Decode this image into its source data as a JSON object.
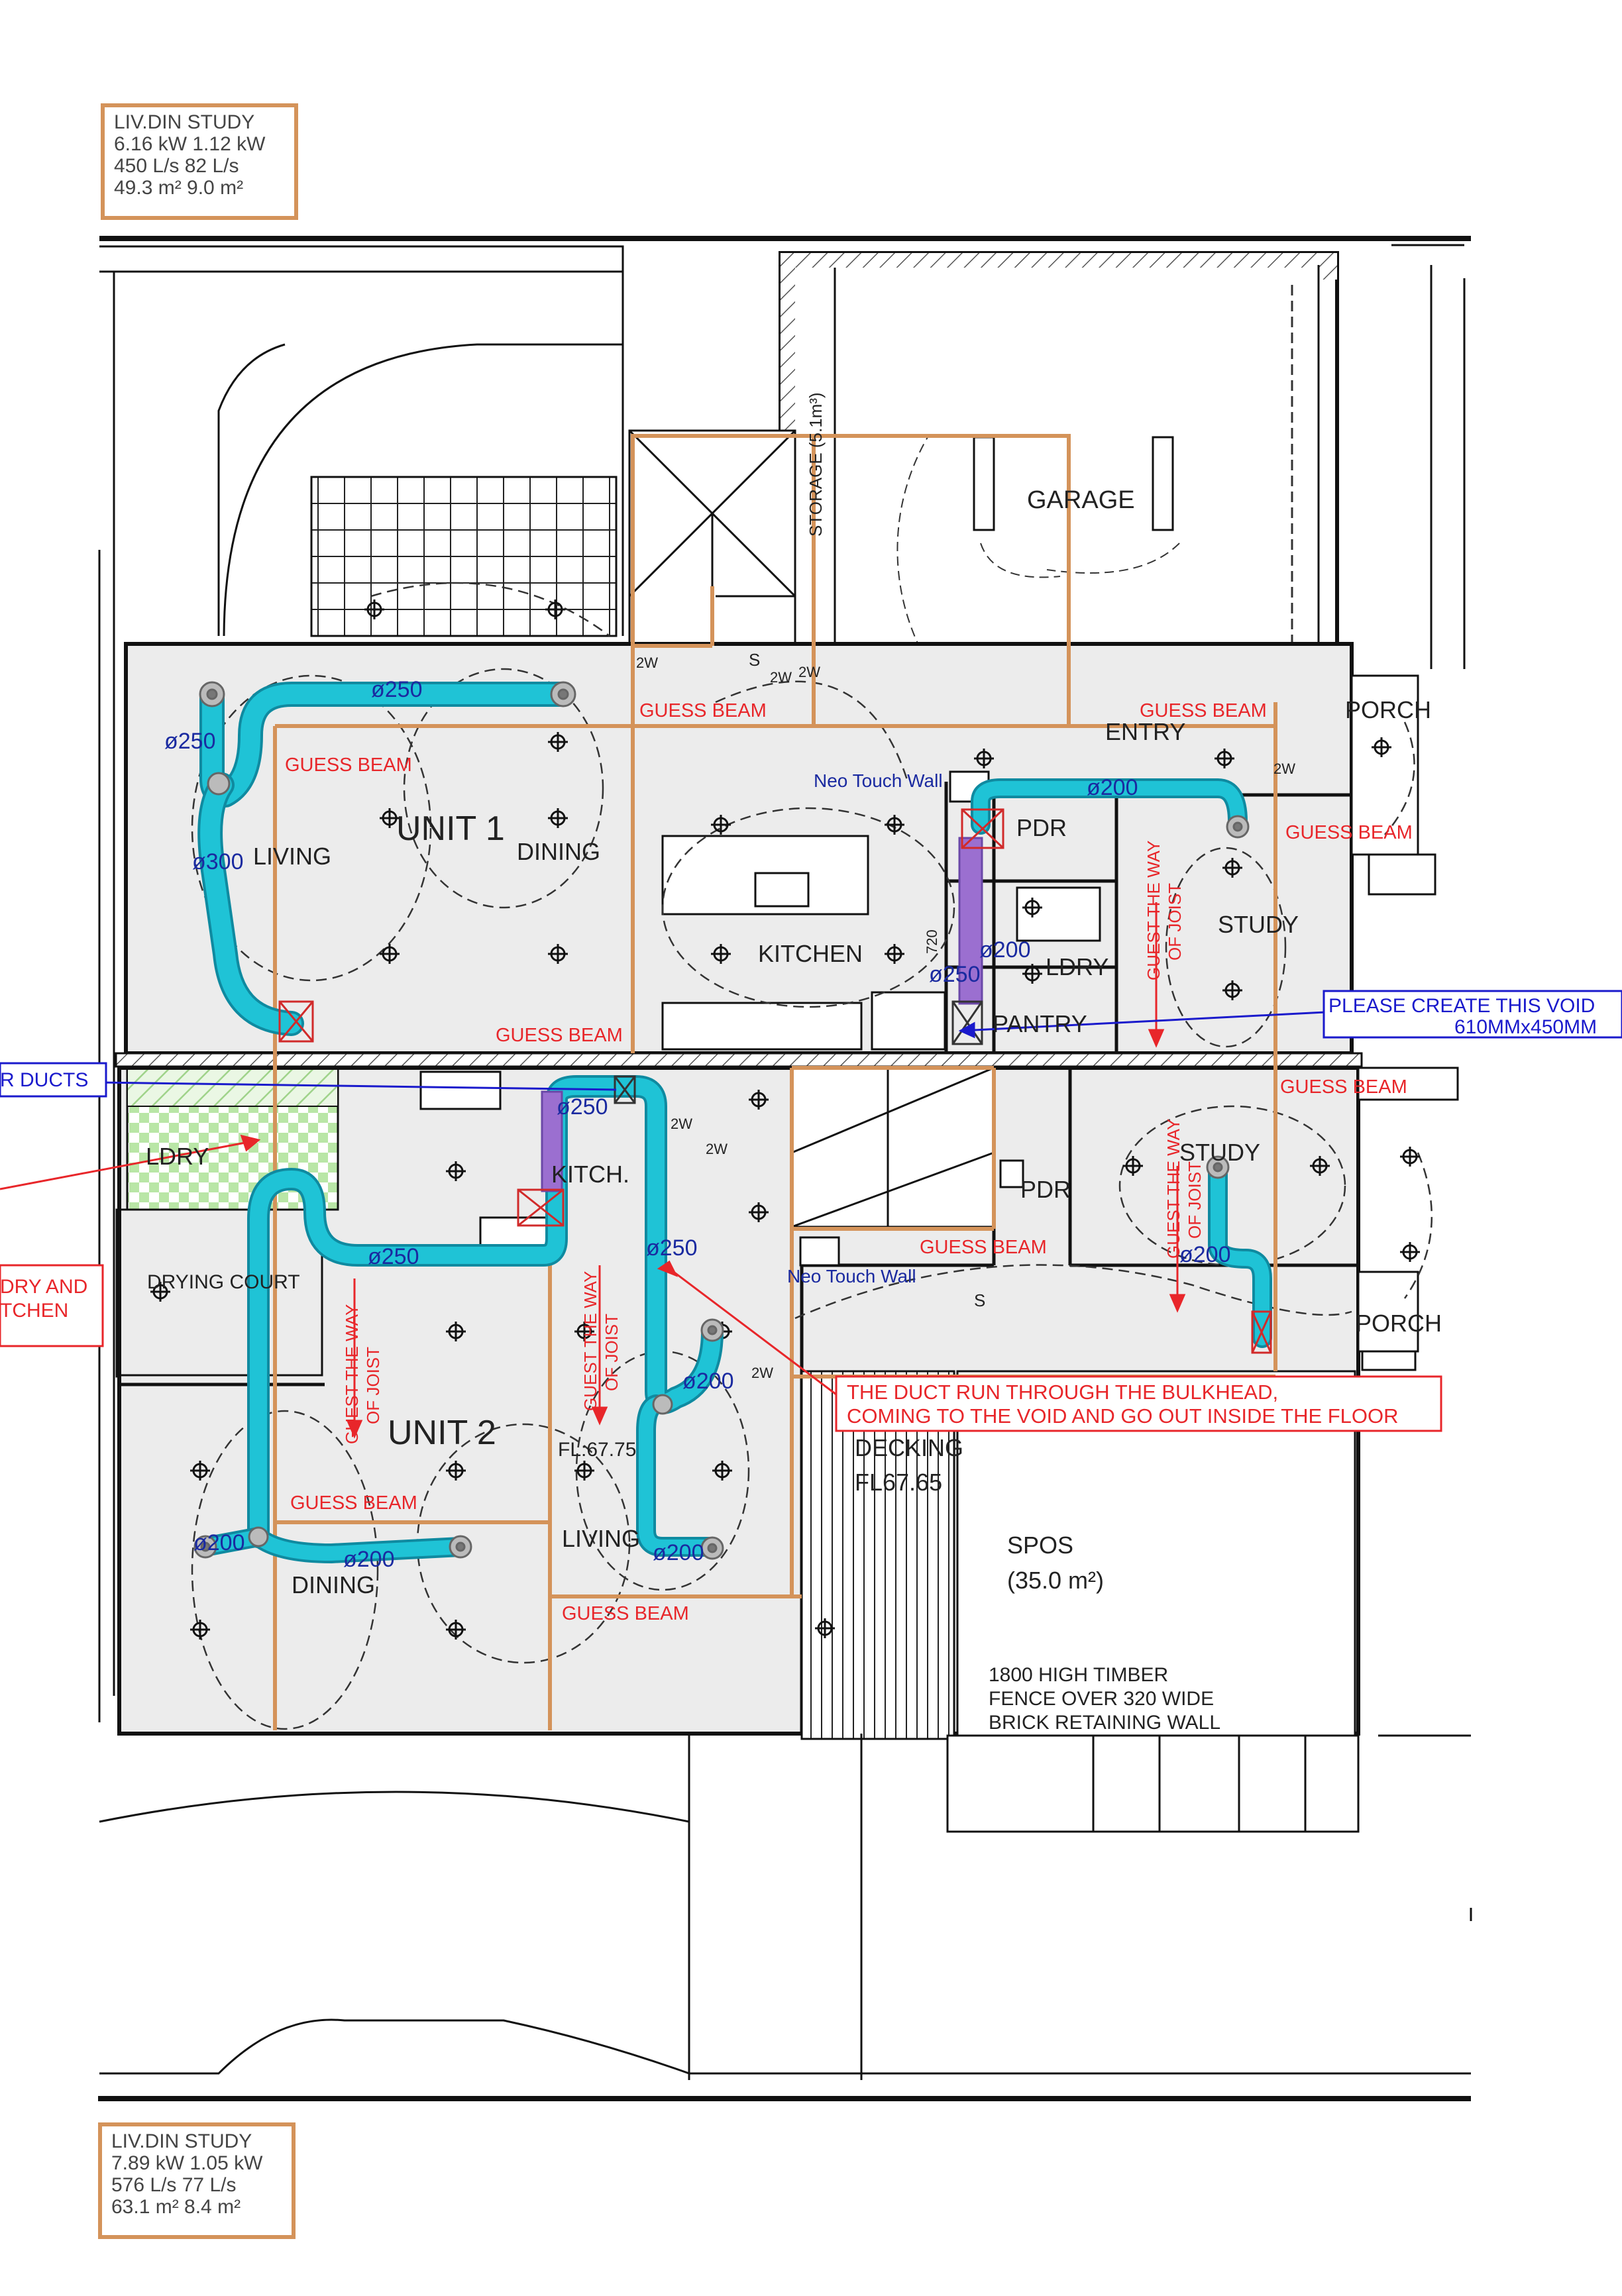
{
  "unit1_summary": {
    "header": "LIV.DIN  STUDY",
    "kw": "6.16 kW 1.12 kW",
    "flow": "450 L/s  82 L/s",
    "area": "49.3 m²  9.0 m²"
  },
  "unit2_summary": {
    "header": "LIV.DIN  STUDY",
    "kw": "7.89 kW 1.05 kW",
    "flow": "576 L/s  77 L/s",
    "area": "63.1 m²  8.4 m²"
  },
  "rooms": {
    "garage": "GARAGE",
    "storage": "STORAGE (5.1m³)",
    "entry": "ENTRY",
    "porch_top": "PORCH",
    "porch_bottom": "PORCH",
    "unit1": "UNIT 1",
    "living_u1": "LIVING",
    "dining_u1": "DINING",
    "kitchen_u1": "KITCHEN",
    "pdr_u1": "PDR",
    "ldry_u1": "LDRY",
    "pantry_u1": "PANTRY",
    "study_u1": "STUDY",
    "unit2": "UNIT 2",
    "ldry_u2": "LDRY",
    "drying_court": "DRYING COURT",
    "kitch_u2": "KITCH.",
    "living_u2": "LIVING",
    "dining_u2": "DINING",
    "pdr_u2": "PDR",
    "study_u2": "STUDY",
    "decking": "DECKING",
    "decking_fl": "FL67.65",
    "fl_u2": "FL:67.75",
    "spos": "SPOS",
    "spos_area": "(35.0 m²)",
    "fence_1": "1800 HIGH TIMBER",
    "fence_2": "FENCE OVER 320 WIDE",
    "fence_3": "BRICK RETAINING WALL",
    "dim_720": "720"
  },
  "ducts": {
    "u1_top": "ø250",
    "u1_left": "ø250",
    "u1_main": "ø300",
    "u1_study": "ø200",
    "u1_ldry": "ø200",
    "u1_vert": "ø250",
    "u2_top": "ø250",
    "u2_kitch": "ø250",
    "u2_right": "ø250",
    "u2_branch": "ø200",
    "u2_living": "ø200",
    "u2_dining_left": "ø200",
    "u2_dining_right": "ø200",
    "u2_study": "ø200"
  },
  "notes": {
    "guess_beam": "GUESS BEAM",
    "joist_1": "GUEST THE WAY",
    "joist_2": "OF JOIST",
    "neo_touch": "Neo Touch Wall",
    "void_1": "PLEASE CREATE THIS VOID",
    "void_2": "610MMx450MM",
    "duct_note_1": "THE DUCT RUN THROUGH THE BULKHEAD,",
    "duct_note_2": "COMING TO THE VOID AND GO OUT INSIDE THE FLOOR",
    "ducts_cut": "R DUCTS",
    "laundry_1": "DRY AND",
    "laundry_2": "TCHEN",
    "two_w": "2W",
    "smoke": "S"
  },
  "colors": {
    "duct": "#1fc3d6",
    "duct_stroke": "#0f8aa0",
    "duct_purple": "#9b6fd0",
    "beam": "#d4935a",
    "note_red": "#e8262a",
    "note_blue": "#1a1acc",
    "label_blue": "#1a2aa0",
    "room_fill": "#ececec",
    "wall": "#111111"
  }
}
